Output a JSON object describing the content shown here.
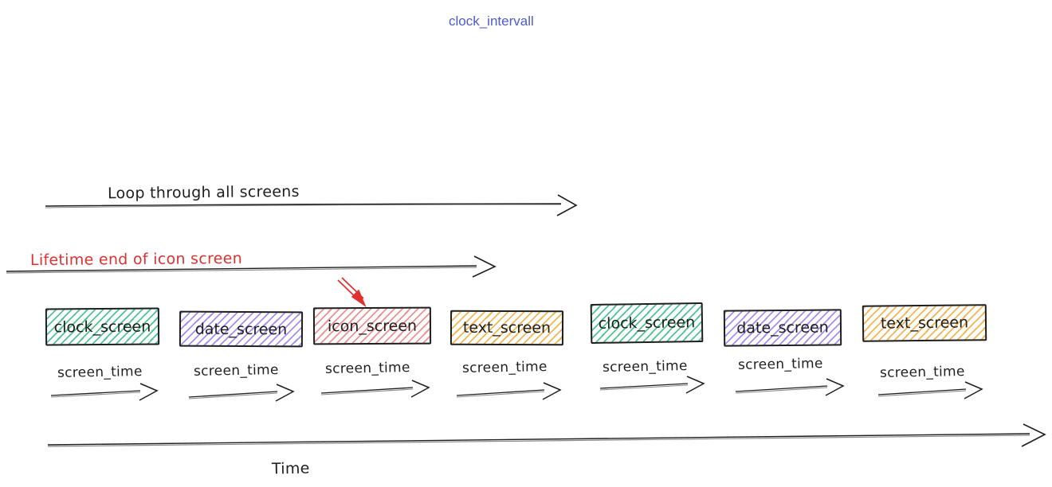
{
  "title": {
    "text": "clock_intervall",
    "color": "#4c5bd4"
  },
  "labels": {
    "loop": "Loop through all screens",
    "lifetime": "Lifetime end of icon screen",
    "screen_time": "screen_time",
    "time_axis": "Time"
  },
  "colors": {
    "title_blue": "#4c5bd4",
    "annotation_red": "#e03131",
    "stroke_black": "#1e1e1e",
    "hatch_green": "#4fc596",
    "hatch_purple": "#a58ff2",
    "hatch_red": "#ef9191",
    "hatch_yellow": "#f2b652"
  },
  "screens": [
    {
      "label": "clock_screen",
      "color": "#4fc596"
    },
    {
      "label": "date_screen",
      "color": "#a58ff2"
    },
    {
      "label": "icon_screen",
      "color": "#ef9191",
      "pointed_by_red_arrow": true
    },
    {
      "label": "text_screen",
      "color": "#f2b652"
    },
    {
      "label": "clock_screen",
      "color": "#4fc596"
    },
    {
      "label": "date_screen",
      "color": "#a58ff2"
    },
    {
      "label": "text_screen",
      "color": "#f2b652"
    }
  ]
}
